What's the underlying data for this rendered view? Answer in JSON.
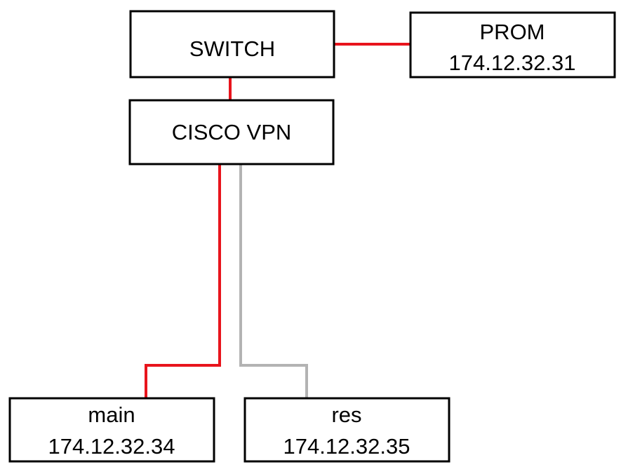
{
  "diagram": {
    "colors": {
      "active_link": "#e8141c",
      "inactive_link": "#b3b3b3",
      "box_border": "#000000",
      "background": "#ffffff"
    },
    "nodes": {
      "switch": {
        "label": "SWITCH"
      },
      "prom": {
        "label": "PROM",
        "ip": "174.12.32.31"
      },
      "cisco_vpn": {
        "label": "CISCO VPN"
      },
      "main": {
        "label": "main",
        "ip": "174.12.32.34"
      },
      "res": {
        "label": "res",
        "ip": "174.12.32.35"
      }
    },
    "links": [
      {
        "from": "switch",
        "to": "prom",
        "status": "active"
      },
      {
        "from": "switch",
        "to": "cisco_vpn",
        "status": "active"
      },
      {
        "from": "cisco_vpn",
        "to": "main",
        "status": "active"
      },
      {
        "from": "cisco_vpn",
        "to": "res",
        "status": "inactive"
      }
    ]
  }
}
